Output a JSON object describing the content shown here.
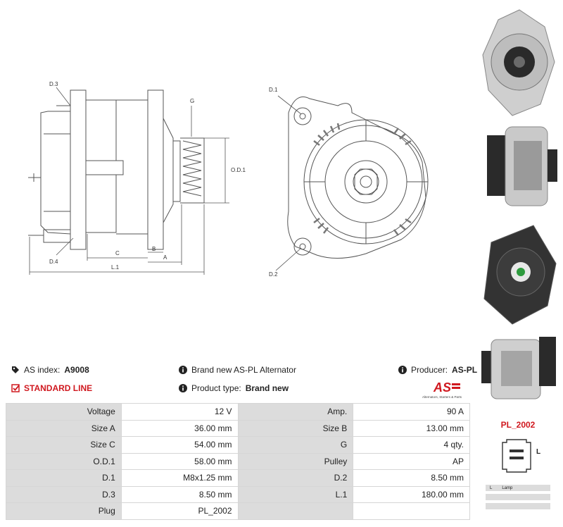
{
  "diagram": {
    "labels": {
      "d3": "D.3",
      "g": "G",
      "od1": "O.D.1",
      "d4": "D.4",
      "b": "B",
      "c": "C",
      "a": "A",
      "l1": "L.1",
      "d1": "D.1",
      "d2": "D.2"
    }
  },
  "photos": [
    "alternator-front-view",
    "alternator-side-view",
    "alternator-rear-view",
    "alternator-connector-view"
  ],
  "info": {
    "as_index_label": "AS index:",
    "as_index_value": "A9008",
    "description": "Brand new AS-PL Alternator",
    "producer_label": "Producer:",
    "producer_value": "AS-PL",
    "line": "STANDARD LINE",
    "product_type_label": "Product type:",
    "product_type_value": "Brand new"
  },
  "brand": {
    "logo_text": "AS",
    "tagline": "Alternators, Starters & Parts",
    "accent": "#d0181f"
  },
  "specs": [
    [
      "Voltage",
      "12 V",
      "Amp.",
      "90 A"
    ],
    [
      "Size A",
      "36.00 mm",
      "Size B",
      "13.00 mm"
    ],
    [
      "Size C",
      "54.00 mm",
      "G",
      "4 qty."
    ],
    [
      "O.D.1",
      "58.00 mm",
      "Pulley",
      "AP"
    ],
    [
      "D.1",
      "M8x1.25 mm",
      "D.2",
      "8.50 mm"
    ],
    [
      "D.3",
      "8.50 mm",
      "L.1",
      "180.00 mm"
    ],
    [
      "Plug",
      "PL_2002",
      "",
      ""
    ]
  ],
  "plug": {
    "name": "PL_2002",
    "pin_label": "L",
    "legend": [
      {
        "pin": "L",
        "desc": "Lamp"
      },
      {
        "pin": "",
        "desc": ""
      },
      {
        "pin": "",
        "desc": ""
      }
    ]
  }
}
